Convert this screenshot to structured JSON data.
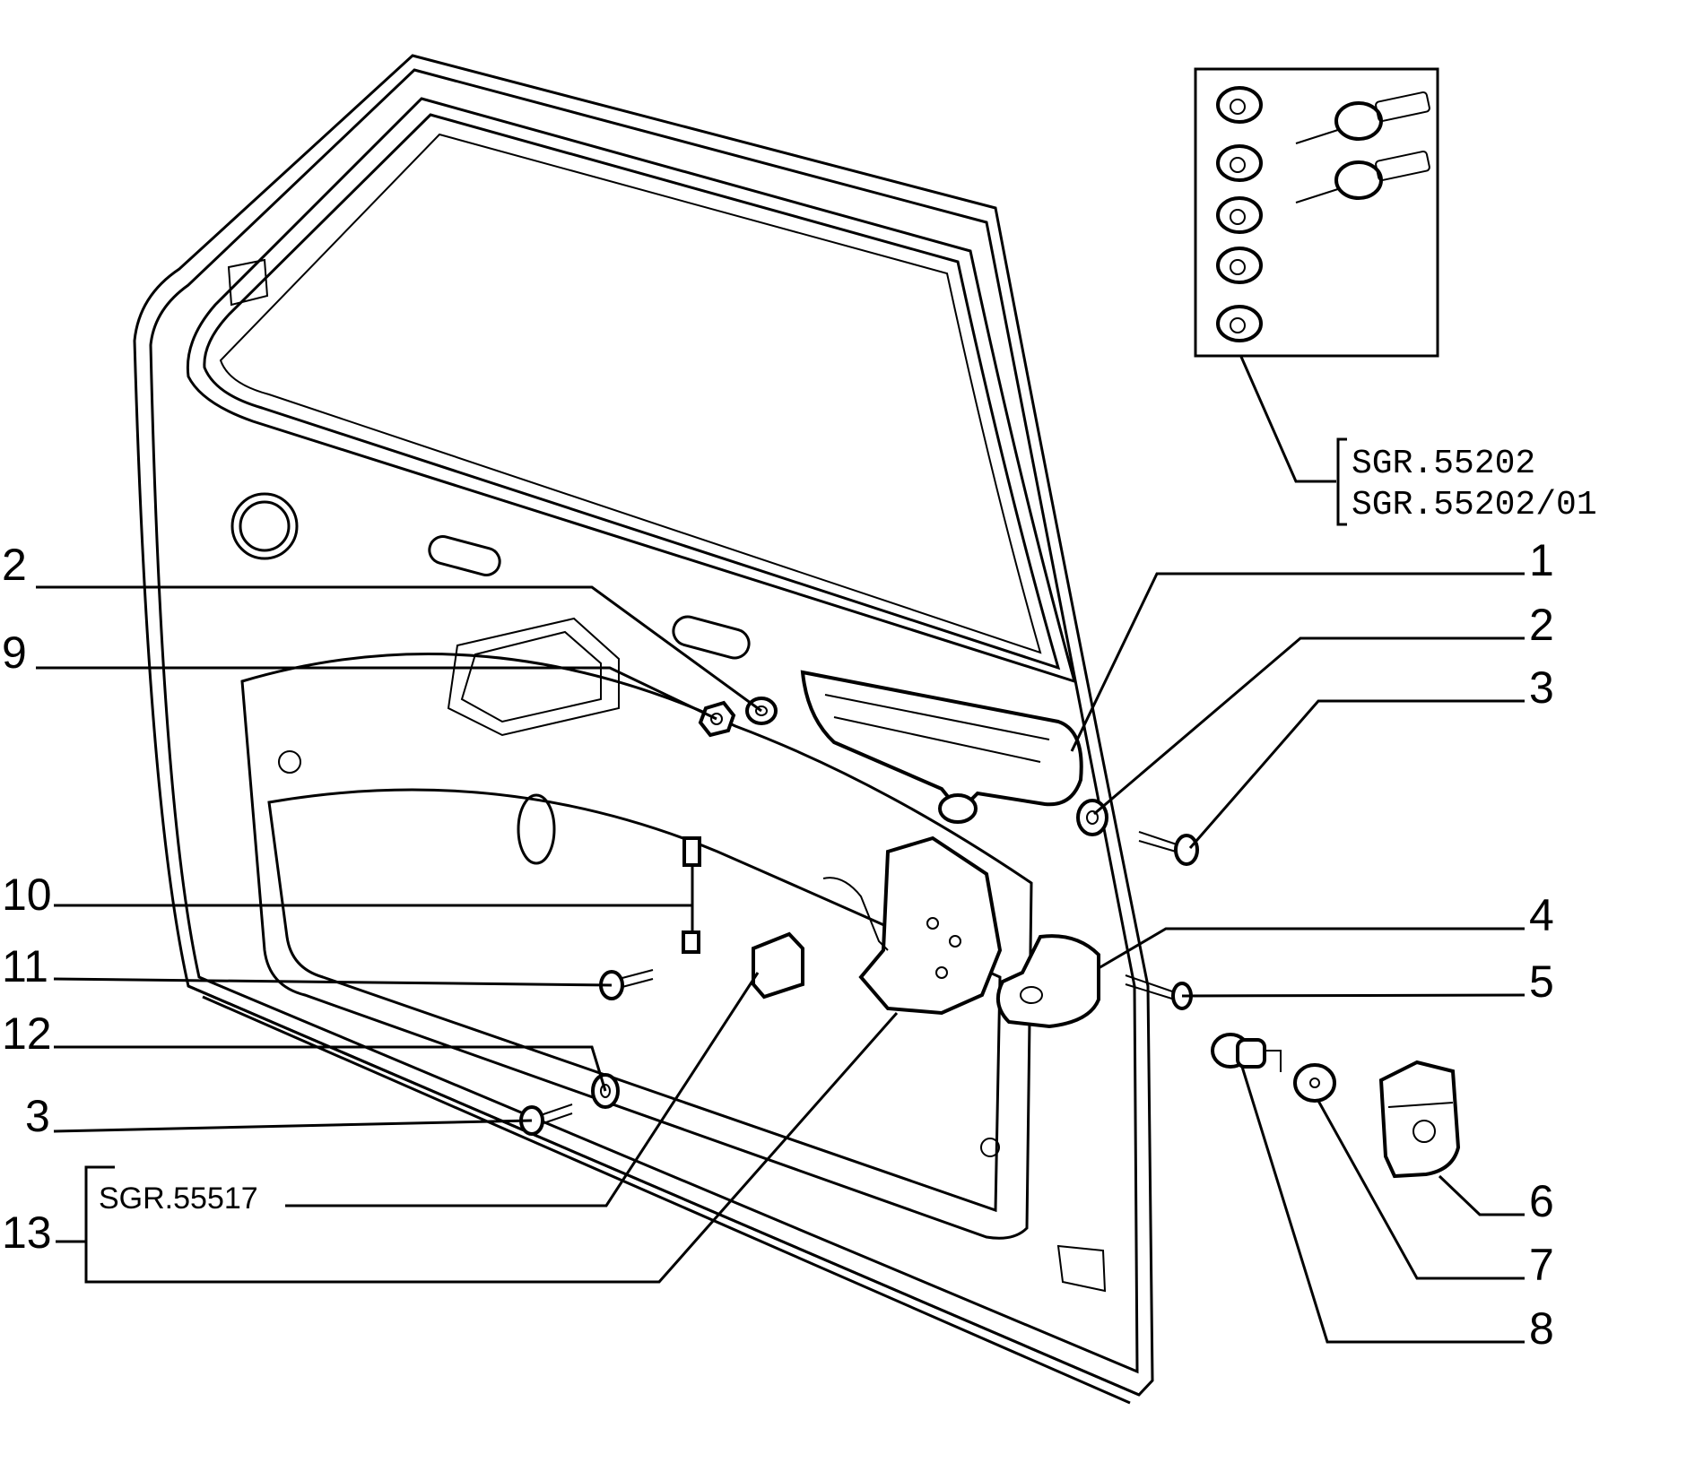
{
  "callouts": {
    "left": [
      "2",
      "9",
      "10",
      "11",
      "12",
      "3",
      "13"
    ],
    "right": [
      "1",
      "2",
      "3",
      "4",
      "5",
      "6",
      "7",
      "8"
    ]
  },
  "references": {
    "lock_kit_a": "SGR.55202",
    "lock_kit_b": "SGR.55202/01",
    "bracket_kit": "SGR.55517"
  }
}
